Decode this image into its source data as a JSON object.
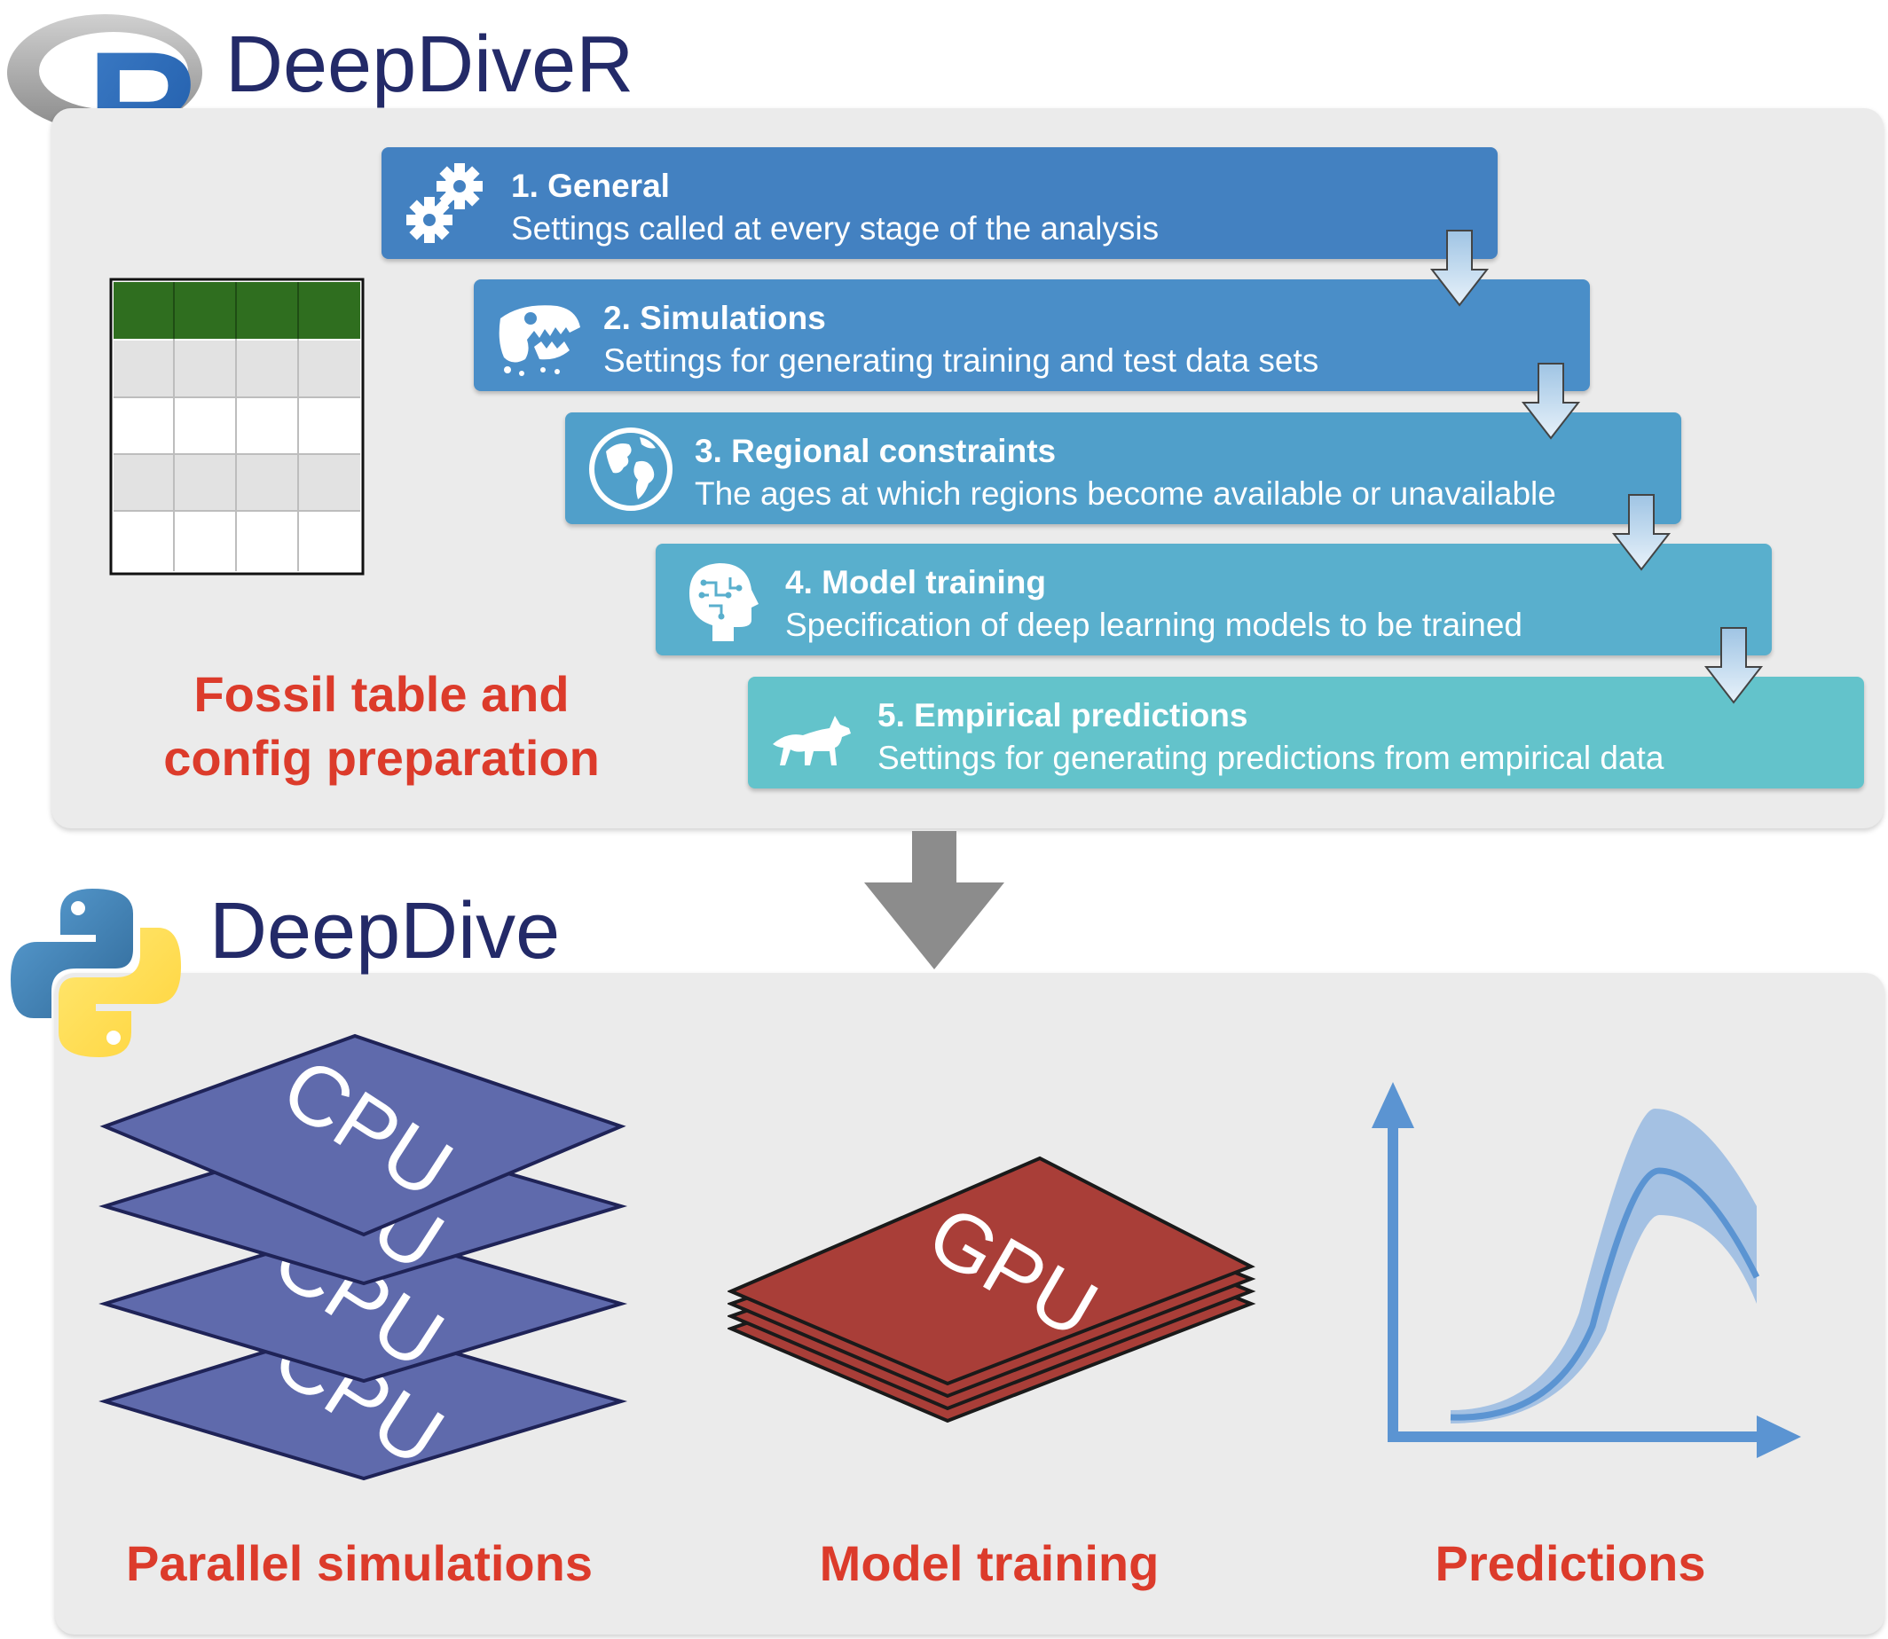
{
  "deepdiver": {
    "title": "DeepDiveR",
    "logo_letter": "R",
    "fossil_label_line1": "Fossil table and",
    "fossil_label_line2": "config preparation",
    "steps": [
      {
        "title": "1. General",
        "description": "Settings called at every stage of the analysis",
        "icon": "gears-icon"
      },
      {
        "title": "2. Simulations",
        "description": "Settings for generating training and test data sets",
        "icon": "dinosaur-skull-icon"
      },
      {
        "title": "3. Regional constraints",
        "description": "The ages at which regions become available or unavailable",
        "icon": "globe-icon"
      },
      {
        "title": "4. Model training",
        "description": "Specification of deep learning models to be trained",
        "icon": "brain-head-icon"
      },
      {
        "title": "5. Empirical predictions",
        "description": "Settings for generating predictions from empirical data",
        "icon": "fox-icon"
      }
    ]
  },
  "deepdive": {
    "title": "DeepDive",
    "cpu_label": "CPU",
    "gpu_label": "GPU",
    "labels": {
      "parallel_simulations": "Parallel simulations",
      "model_training": "Model training",
      "predictions": "Predictions"
    }
  },
  "colors": {
    "title_navy": "#232a68",
    "label_red": "#dc3b2b",
    "panel_gray": "#ebebeb",
    "cpu_purple": "#5f6aac",
    "gpu_red": "#a93e38",
    "table_header_green": "#2f6e1f",
    "prediction_blue": "#5b94d2"
  }
}
